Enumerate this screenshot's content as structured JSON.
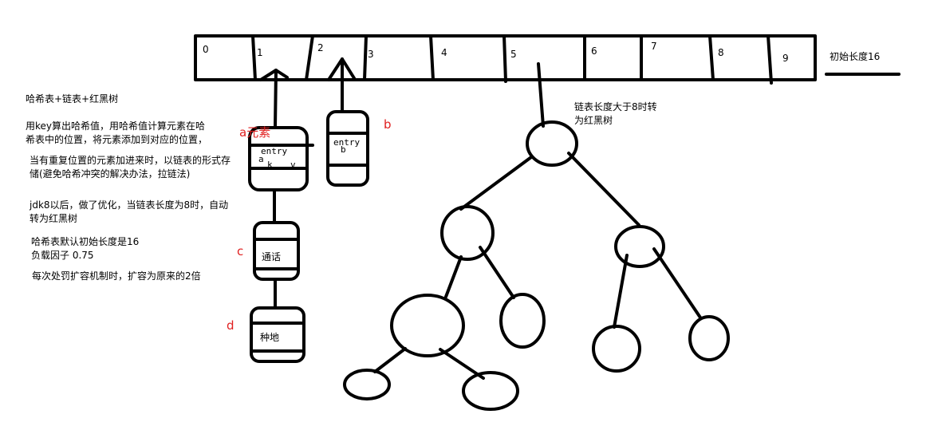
{
  "array_slots": [
    "0",
    "1",
    "2",
    "3",
    "4",
    "5",
    "6",
    "7",
    "8",
    "9"
  ],
  "capacity_label": "初始长度16",
  "notes": {
    "title": "哈希表+链表+红黑树",
    "p1_line1": "用key算出哈希值，用哈希值计算元素在哈",
    "p1_line2": "希表中的位置，将元素添加到对应的位置，",
    "p2_line1": "当有重复位置的元素加进来时，以链表的形式存",
    "p2_line2": "储(避免哈希冲突的解决办法，拉链法)",
    "p3_line1": "jdk8以后，做了优化，当链表长度为8时，自动",
    "p3_line2": "转为红黑树",
    "p4_line1": "哈希表默认初始长度是16",
    "p4_line2": "负载因子 0.75",
    "p5_line1": "每次处罚扩容机制时，扩容为原来的2倍"
  },
  "nodes": {
    "a_tag": "a元素",
    "a_entry": "entry",
    "a_a": "a",
    "a_k": "k",
    "a_v": "v",
    "b_tag": "b",
    "b_entry": "entry",
    "b_b": "b",
    "c_tag": "c",
    "c_text": "通话",
    "d_tag": "d",
    "d_text": "种地"
  },
  "tree_note_line1": "链表长度大于8时转",
  "tree_note_line2": "为红黑树"
}
